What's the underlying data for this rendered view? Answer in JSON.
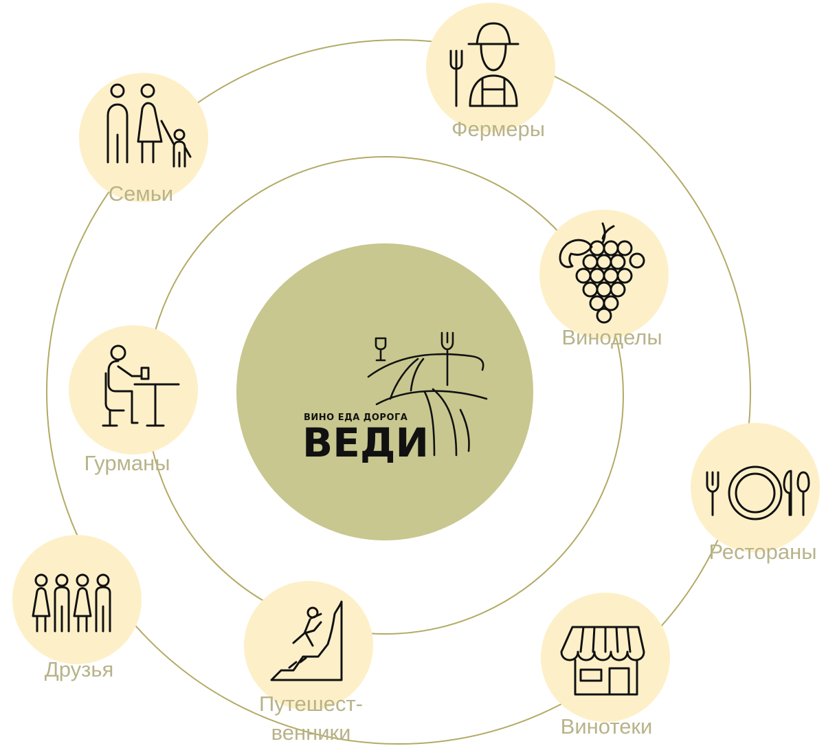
{
  "colors": {
    "ring": "#b2aa64",
    "center": "#c7c78f",
    "node_fill": "#fdf0c8",
    "label": "#b8b389",
    "icon": "#111111"
  },
  "logo": {
    "tagline": "ВИНО ЕДА ДОРОГА",
    "name": "ВЕДИ",
    "icon": "vineyard-road-wine-fork-icon"
  },
  "audiences": [
    {
      "label": "Фермеры",
      "icon": "farmer-icon"
    },
    {
      "label": "Семьи",
      "icon": "family-icon"
    },
    {
      "label": "Виноделы",
      "icon": "grapes-icon"
    },
    {
      "label": "Гурманы",
      "icon": "diner-icon"
    },
    {
      "label": "Рестораны",
      "icon": "plate-cutlery-icon"
    },
    {
      "label": "Друзья",
      "icon": "friends-icon"
    },
    {
      "label": "Путешест-",
      "label2": "венники",
      "icon": "climber-icon"
    },
    {
      "label": "Винотеки",
      "icon": "storefront-icon"
    }
  ]
}
